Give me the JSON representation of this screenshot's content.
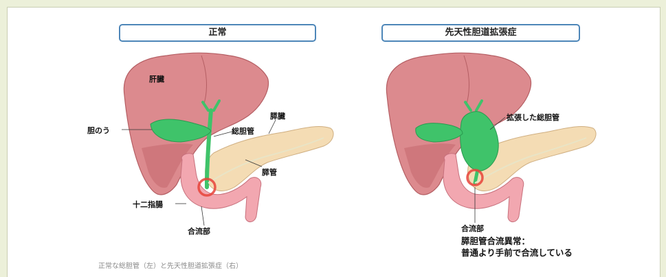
{
  "left": {
    "title": "正常",
    "labels": {
      "liver": "肝臓",
      "gallbladder": "胆のう",
      "common_bile_duct": "総胆管",
      "pancreas": "膵臓",
      "pancreatic_duct": "膵管",
      "duodenum": "十二指腸",
      "junction": "合流部"
    }
  },
  "right": {
    "title": "先天性胆道拡張症",
    "labels": {
      "dilated_duct": "拡張した総胆管",
      "junction": "合流部",
      "anomaly_title": "膵胆管合流異常：",
      "anomaly_desc": "普通より手前で合流している"
    }
  },
  "caption": "正常な総胆管（左）と先天性胆道拡張症（右）",
  "colors": {
    "liver": "#dc8a8e",
    "liver_shadow": "#c66a6f",
    "bile": "#3fc36a",
    "pancreas": "#f4dcb4",
    "duodenum": "#f2a7b0",
    "highlight_ring": "#e8433a",
    "title_border": "#4d86b8"
  }
}
